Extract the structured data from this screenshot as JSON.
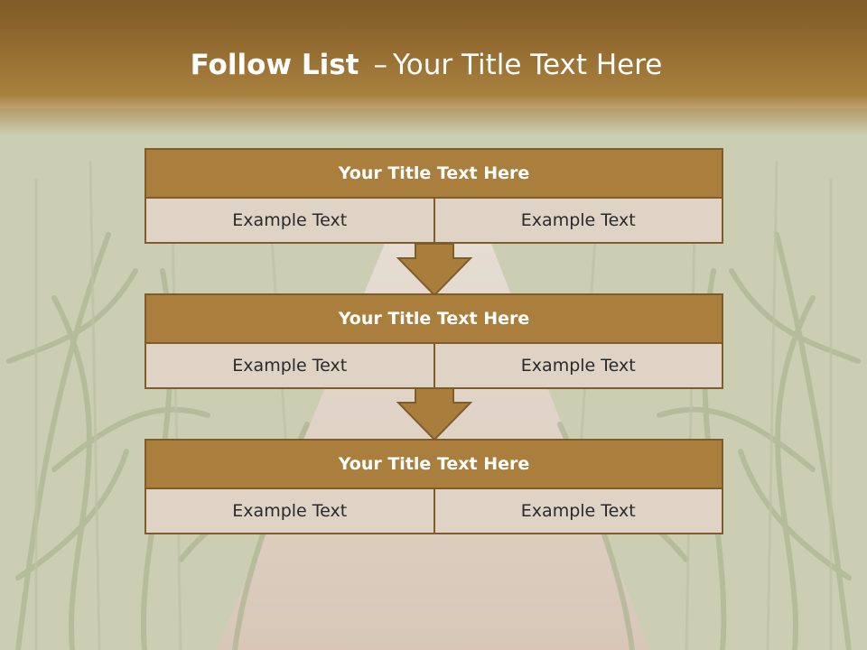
{
  "header": {
    "title_strong": "Follow List",
    "title_dash": "–",
    "title_rest": "Your Title Text Here"
  },
  "steps": [
    {
      "title": "Your Title Text Here",
      "left": "Example Text",
      "right": "Example Text"
    },
    {
      "title": "Your Title Text Here",
      "left": "Example Text",
      "right": "Example Text"
    },
    {
      "title": "Your Title Text Here",
      "left": "Example Text",
      "right": "Example Text"
    }
  ],
  "colors": {
    "header": "#946c31",
    "box_title": "#aa7f3d",
    "box_border": "#7f5d2a",
    "cell_bg": "#dfd3c6",
    "arrow": "#a97e3c"
  },
  "icons": [
    "down-arrow-icon"
  ]
}
